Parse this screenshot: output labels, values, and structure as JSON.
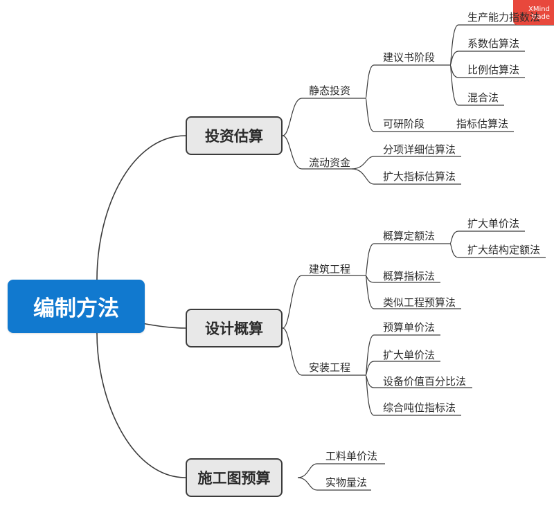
{
  "root": "编制方法",
  "branches": {
    "investment": {
      "label": "投资估算",
      "static": {
        "label": "静态投资",
        "proposal": {
          "label": "建议书阶段",
          "methods": [
            "生产能力指数法",
            "系数估算法",
            "比例估算法",
            "混合法"
          ]
        },
        "feasibility": {
          "label": "可研阶段",
          "method": "指标估算法"
        }
      },
      "working_capital": {
        "label": "流动资金",
        "methods": [
          "分项详细估算法",
          "扩大指标估算法"
        ]
      }
    },
    "design": {
      "label": "设计概算",
      "building": {
        "label": "建筑工程",
        "quota": {
          "label": "概算定额法",
          "methods": [
            "扩大单价法",
            "扩大结构定额法"
          ]
        },
        "others": [
          "概算指标法",
          "类似工程预算法"
        ]
      },
      "installation": {
        "label": "安装工程",
        "methods": [
          "预算单价法",
          "扩大单价法",
          "设备价值百分比法",
          "综合吨位指标法"
        ]
      }
    },
    "construction": {
      "label": "施工图预算",
      "methods": [
        "工料单价法",
        "实物量法"
      ]
    }
  },
  "watermark": {
    "line1": "XMind",
    "line2": "trade"
  },
  "colors": {
    "root_fill": "#1179cf",
    "main_fill": "#e8e8e8",
    "line": "#3a3a3a",
    "badge": "#e8483c"
  }
}
